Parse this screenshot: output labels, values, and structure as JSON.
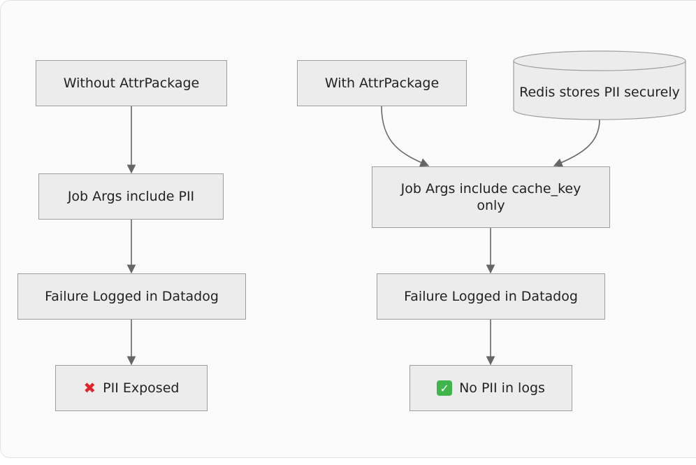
{
  "diagram": {
    "left_flow": {
      "start": "Without AttrPackage",
      "args": "Job Args include PII",
      "failure": "Failure Logged in Datadog",
      "result": "PII Exposed",
      "result_icon": "cross-mark-icon"
    },
    "right_flow": {
      "start": "With AttrPackage",
      "store": "Redis stores PII securely",
      "args": "Job Args include cache_key",
      "args_line2": "only",
      "failure": "Failure Logged in Datadog",
      "result": "No PII in logs",
      "result_icon": "check-mark-icon"
    },
    "colors": {
      "node_fill": "#ececec",
      "node_border": "#9e9e9e",
      "edge": "#666666",
      "cross": "#e0242a",
      "check": "#3fb54c"
    }
  }
}
